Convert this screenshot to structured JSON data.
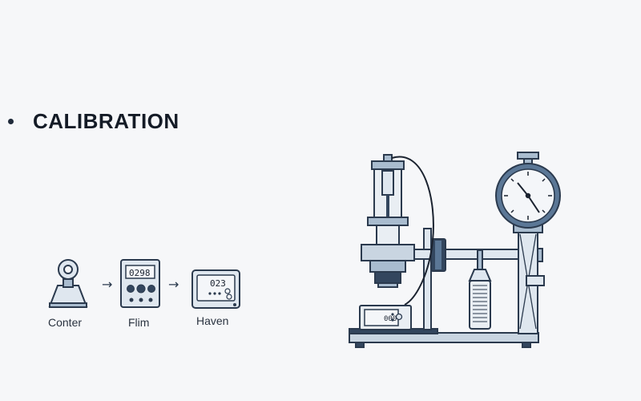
{
  "heading": {
    "text": "CALIBRATION"
  },
  "flow": {
    "steps": [
      {
        "label": "Conter",
        "readout": ""
      },
      {
        "label": "Flim",
        "readout": "0298"
      },
      {
        "label": "Haven",
        "readout": "023"
      }
    ],
    "arrow_glyph": "→"
  },
  "apparatus": {
    "digital_display": "000"
  },
  "colors": {
    "outline": "#2b3a4e",
    "fill_light": "#dfe7ef",
    "fill_mid": "#a9bccf",
    "fill_dark": "#33465e",
    "accent": "#5b7796"
  }
}
